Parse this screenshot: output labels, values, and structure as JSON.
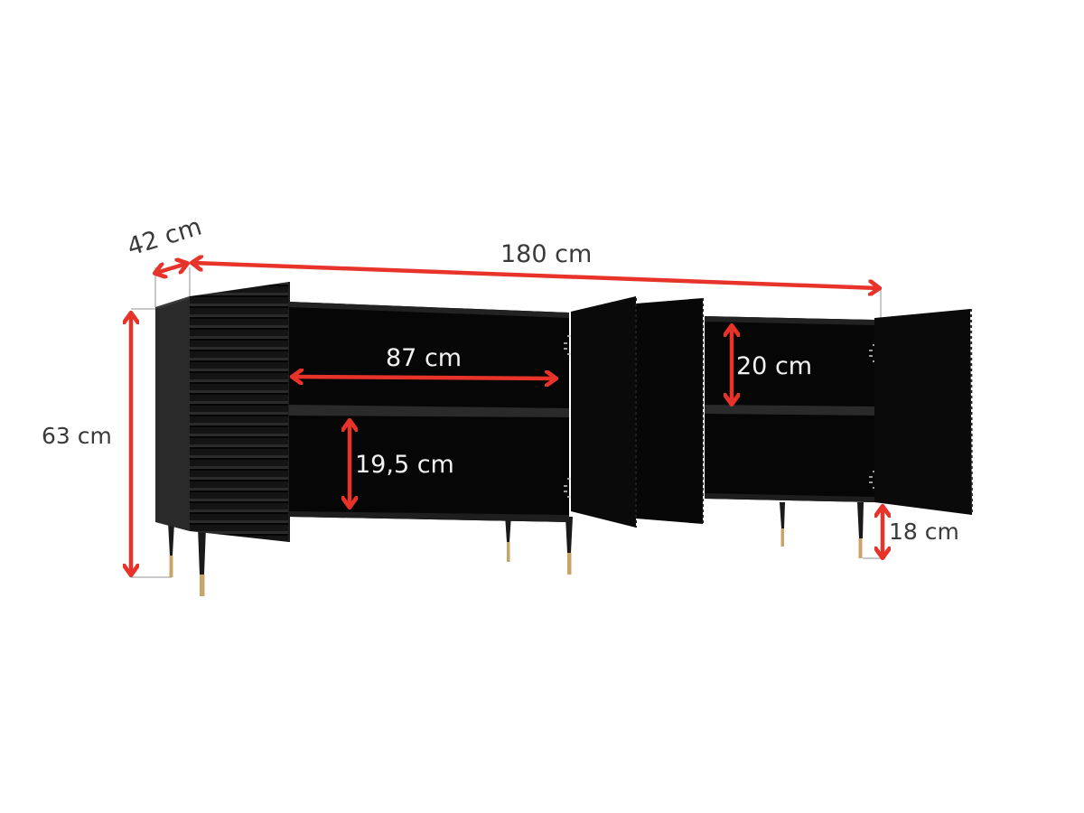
{
  "diagram": {
    "subject": "sideboard-dimensions",
    "colors": {
      "arrow": "#e8332a",
      "body": "#0b0b0b",
      "side_panel": "#2a2a2a",
      "leg": "#1a1a1a",
      "leg_tip": "#c9a46a",
      "guide_line": "#b5b5b5",
      "label_outside": "#3a3a3a",
      "label_inside": "#f2f2f2"
    },
    "dimensions": {
      "depth": {
        "label": "42 cm",
        "value": 42,
        "unit": "cm"
      },
      "width": {
        "label": "180 cm",
        "value": 180,
        "unit": "cm"
      },
      "height": {
        "label": "63 cm",
        "value": 63,
        "unit": "cm"
      },
      "compartment_width": {
        "label": "87 cm",
        "value": 87,
        "unit": "cm"
      },
      "lower_shelf_height": {
        "label": "19,5 cm",
        "value": 19.5,
        "unit": "cm"
      },
      "upper_shelf_height": {
        "label": "20 cm",
        "value": 20,
        "unit": "cm"
      },
      "leg_height": {
        "label": "18 cm",
        "value": 18,
        "unit": "cm"
      }
    }
  }
}
